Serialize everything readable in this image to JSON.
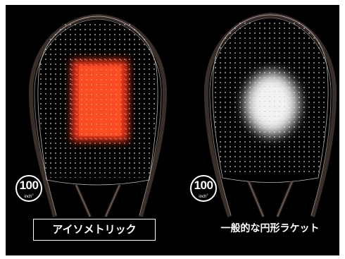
{
  "left_racket": {
    "size_value": "100",
    "size_unit": "inch",
    "size_unit_power": "2",
    "label": "アイソメトリック",
    "sweet_spot_color": "#ff3a1a"
  },
  "right_racket": {
    "size_value": "100",
    "size_unit": "inch",
    "size_unit_power": "2",
    "label": "一般的な円形ラケット",
    "sweet_spot_color": "#ffffff"
  },
  "background_color": "#000000"
}
